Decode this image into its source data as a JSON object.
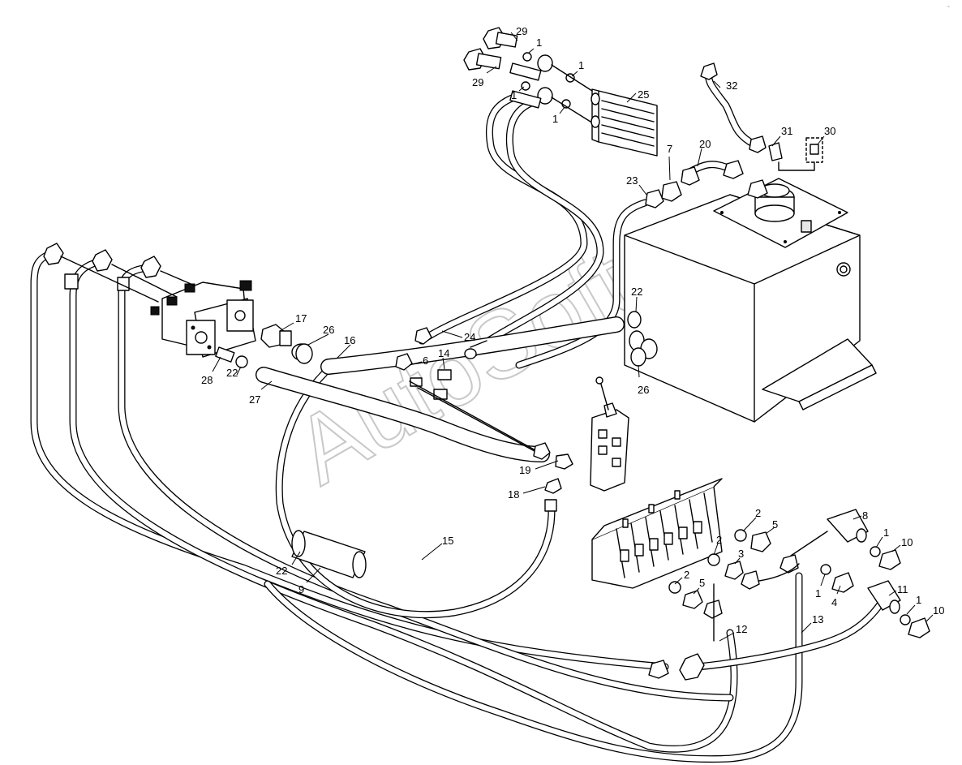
{
  "watermark": "AutoSoft",
  "corner_mark": "°",
  "callouts": [
    {
      "id": "c29a",
      "label": "29"
    },
    {
      "id": "c29b",
      "label": "29"
    },
    {
      "id": "c1a",
      "label": "1"
    },
    {
      "id": "c1b",
      "label": "1"
    },
    {
      "id": "c1c",
      "label": "1"
    },
    {
      "id": "c1d",
      "label": "1"
    },
    {
      "id": "c25",
      "label": "25"
    },
    {
      "id": "c32",
      "label": "32"
    },
    {
      "id": "c31",
      "label": "31"
    },
    {
      "id": "c30",
      "label": "30"
    },
    {
      "id": "c7",
      "label": "7"
    },
    {
      "id": "c20",
      "label": "20"
    },
    {
      "id": "c23",
      "label": "23"
    },
    {
      "id": "c17",
      "label": "17"
    },
    {
      "id": "c26a",
      "label": "26"
    },
    {
      "id": "c16",
      "label": "16"
    },
    {
      "id": "c24",
      "label": "24"
    },
    {
      "id": "c22a",
      "label": "22"
    },
    {
      "id": "c6",
      "label": "6"
    },
    {
      "id": "c14",
      "label": "14"
    },
    {
      "id": "c28",
      "label": "28"
    },
    {
      "id": "c22b",
      "label": "22"
    },
    {
      "id": "c27",
      "label": "27"
    },
    {
      "id": "c26b",
      "label": "26"
    },
    {
      "id": "c19",
      "label": "19"
    },
    {
      "id": "c18",
      "label": "18"
    },
    {
      "id": "c8",
      "label": "8"
    },
    {
      "id": "c2a",
      "label": "2"
    },
    {
      "id": "c5a",
      "label": "5"
    },
    {
      "id": "c2b",
      "label": "2"
    },
    {
      "id": "c3",
      "label": "3"
    },
    {
      "id": "c1e",
      "label": "1"
    },
    {
      "id": "c10a",
      "label": "10"
    },
    {
      "id": "c15",
      "label": "15"
    },
    {
      "id": "c22c",
      "label": "22"
    },
    {
      "id": "c9",
      "label": "9"
    },
    {
      "id": "c2c",
      "label": "2"
    },
    {
      "id": "c5b",
      "label": "5"
    },
    {
      "id": "c1f",
      "label": "1"
    },
    {
      "id": "c4",
      "label": "4"
    },
    {
      "id": "c11",
      "label": "11"
    },
    {
      "id": "c1g",
      "label": "1"
    },
    {
      "id": "c10b",
      "label": "10"
    },
    {
      "id": "c12",
      "label": "12"
    },
    {
      "id": "c13",
      "label": "13"
    }
  ]
}
